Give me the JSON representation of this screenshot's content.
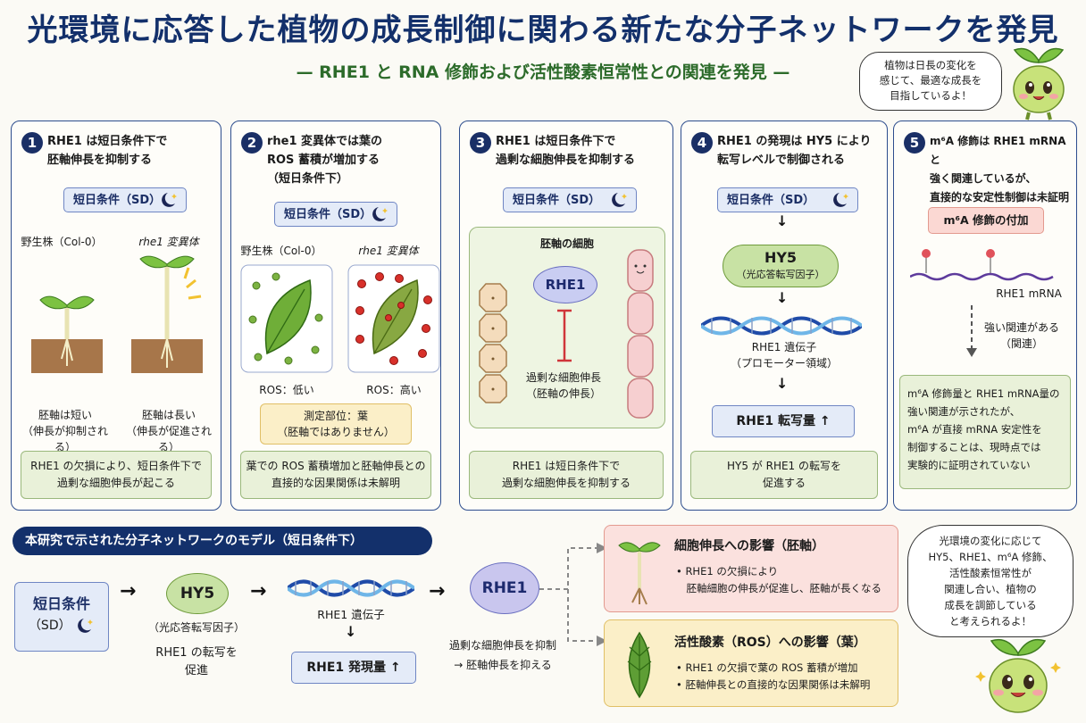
{
  "header": {
    "title": "光環境に応答した植物の成長制御に関わる新たな分子ネットワークを発見",
    "subtitle": "— RHE1 と RNA 修飾および活性酸素恒常性との関連を発見 —"
  },
  "mascot_top": {
    "lines": [
      "植物は日長の変化を",
      "感じて、最適な成長を",
      "目指しているよ！"
    ]
  },
  "sd_label": "短日条件（SD）",
  "panels": [
    {
      "num": "1",
      "title_lines": [
        "RHE1 は短日条件下で",
        "胚軸伸長を抑制する"
      ],
      "wt_label": "野生株（Col-0）",
      "mut_label": "rhe1 変異体",
      "wt_caption": [
        "胚軸は短い",
        "（伸長が抑制される）"
      ],
      "mut_caption": [
        "胚軸は長い",
        "（伸長が促進される）"
      ],
      "footer": [
        "RHE1 の欠損により、短日条件下で",
        "過剰な細胞伸長が起こる"
      ]
    },
    {
      "num": "2",
      "title_lines": [
        "rhe1 変異体では葉の",
        "ROS 蓄積が増加する",
        "（短日条件下）"
      ],
      "wt_label": "野生株（Col-0）",
      "mut_label": "rhe1 変異体",
      "wt_ros": "ROS：低い",
      "mut_ros": "ROS：高い",
      "measure": [
        "測定部位：葉",
        "（胚軸ではありません）"
      ],
      "footer": [
        "葉での ROS 蓄積増加と胚軸伸長との",
        "直接的な因果関係は未解明"
      ]
    },
    {
      "num": "3",
      "title_lines": [
        "RHE1 は短日条件下で",
        "過剰な細胞伸長を抑制する"
      ],
      "cell_title": "胚軸の細胞",
      "rhe1": "RHE1",
      "inhibit": [
        "過剰な細胞伸長",
        "（胚軸の伸長）"
      ],
      "footer": [
        "RHE1 は短日条件下で",
        "過剰な細胞伸長を抑制する"
      ]
    },
    {
      "num": "4",
      "title_lines": [
        "RHE1 の発現は HY5 により",
        "転写レベルで制御される"
      ],
      "hy5": "HY5",
      "hy5_sub": "（光応答転写因子）",
      "gene": [
        "RHE1 遺伝子",
        "（プロモーター領域）"
      ],
      "result": "RHE1 転写量 ↑",
      "footer": [
        "HY5 が RHE1 の転写を",
        "促進する"
      ]
    },
    {
      "num": "5",
      "title_lines": [
        "m⁶A 修飾は RHE1 mRNA と",
        "強く関連しているが、",
        "直接的な安定性制御は未証明"
      ],
      "m6a": "m⁶A 修飾の付加",
      "mrna": "RHE1 mRNA",
      "relation": [
        "強い関連がある",
        "（関連）"
      ],
      "conclusion": [
        "m⁶A 修飾量と RHE1 mRNA量の",
        "強い関連が示されたが、",
        "m⁶A が直接 mRNA 安定性を",
        "制御することは、現時点では",
        "実験的に証明されていない"
      ]
    }
  ],
  "model": {
    "heading": "本研究で示された分子ネットワークのモデル（短日条件下）",
    "sd_lines": [
      "短日条件",
      "（SD）"
    ],
    "hy5": "HY5",
    "hy5_sub": "（光応答転写因子）",
    "hy5_desc": [
      "RHE1 の転写を",
      "促進"
    ],
    "gene": "RHE1 遺伝子",
    "expr": "RHE1 発現量 ↑",
    "rhe1": "RHE1",
    "rhe1_desc": [
      "過剰な細胞伸長を抑制",
      "→ 胚軸伸長を抑える"
    ],
    "effect1": {
      "title": "細胞伸長への影響（胚軸）",
      "bullets": [
        "• RHE1 の欠損により",
        "　胚軸細胞の伸長が促進し、胚軸が長くなる"
      ]
    },
    "effect2": {
      "title": "活性酸素（ROS）への影響（葉）",
      "bullets": [
        "• RHE1 の欠損で葉の ROS 蓄積が増加",
        "• 胚軸伸長との直接的な因果関係は未解明"
      ]
    }
  },
  "mascot_bottom": {
    "lines": [
      "光環境の変化に応じて",
      "HY5、RHE1、m⁶A 修飾、",
      "活性酸素恒常性が",
      "関連し合い、植物の",
      "成長を調節している",
      "と考えられるよ！"
    ]
  }
}
